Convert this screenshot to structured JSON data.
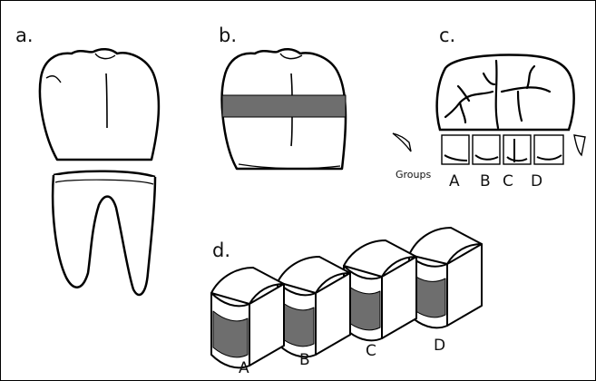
{
  "panels": {
    "a": "a.",
    "b": "b.",
    "c": "c.",
    "d": "d."
  },
  "groups_caption": "Groups",
  "group_labels_c": [
    "A",
    "B",
    "C",
    "D"
  ],
  "group_labels_d": [
    "A",
    "B",
    "C",
    "D"
  ],
  "colors": {
    "outline": "#000000",
    "band": "#6e6e6e",
    "block_top": "#ffffff",
    "block_side": "#ffffff"
  }
}
